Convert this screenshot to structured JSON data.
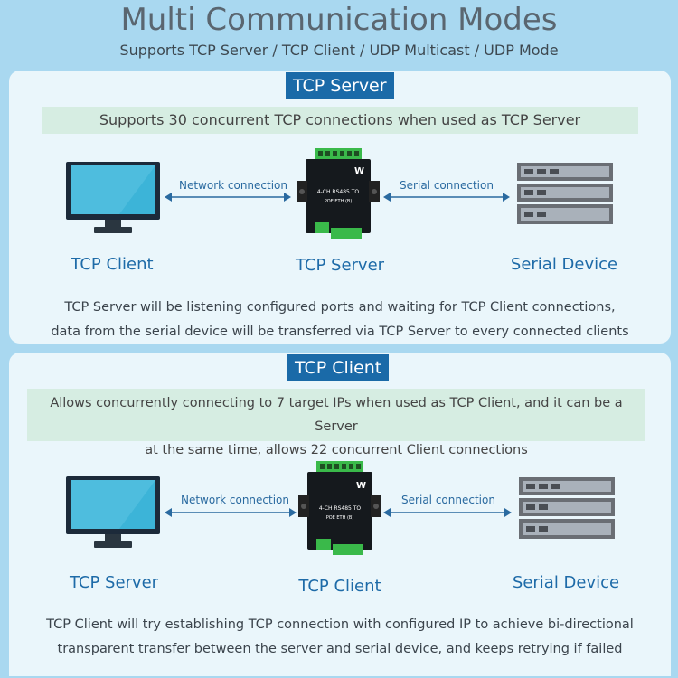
{
  "header": {
    "title": "Multi Communication Modes",
    "subtitle": "Supports TCP Server / TCP Client / UDP Multicast / UDP Mode"
  },
  "server_section": {
    "label": "TCP Server",
    "highlight": "Supports 30 concurrent TCP connections when used as TCP Server",
    "left_node": "TCP Client",
    "center_node": "TCP Server",
    "right_node": "Serial Device",
    "left_link": "Network connection",
    "right_link": "Serial connection",
    "device_text": "4-CH RS485 TO",
    "device_text2": "POE ETH (B)",
    "desc_line1": "TCP Server will be listening configured ports and waiting for TCP Client connections,",
    "desc_line2": "data from the serial device will be transferred via TCP Server to every connected clients"
  },
  "client_section": {
    "label": "TCP Client",
    "highlight_line1": "Allows concurrently connecting to 7 target IPs when used as TCP Client, and it can be a Server",
    "highlight_line2": "at the same time, allows 22 concurrent Client connections",
    "left_node": "TCP Server",
    "center_node": "TCP Client",
    "right_node": "Serial Device",
    "left_link": "Network connection",
    "right_link": "Serial connection",
    "device_text": "4-CH RS485 TO",
    "device_text2": "POE ETH (B)",
    "desc_line1": "TCP Client will try establishing TCP connection with configured IP to achieve bi-directional",
    "desc_line2": "transparent transfer between the server and serial device, and keeps retrying if failed"
  },
  "colors": {
    "background": "#a9d8f0",
    "panel": "#eaf6fb",
    "label_bg": "#1a6aa8",
    "highlight_bg": "#d6ede2",
    "accent_text": "#1e6ba8"
  }
}
